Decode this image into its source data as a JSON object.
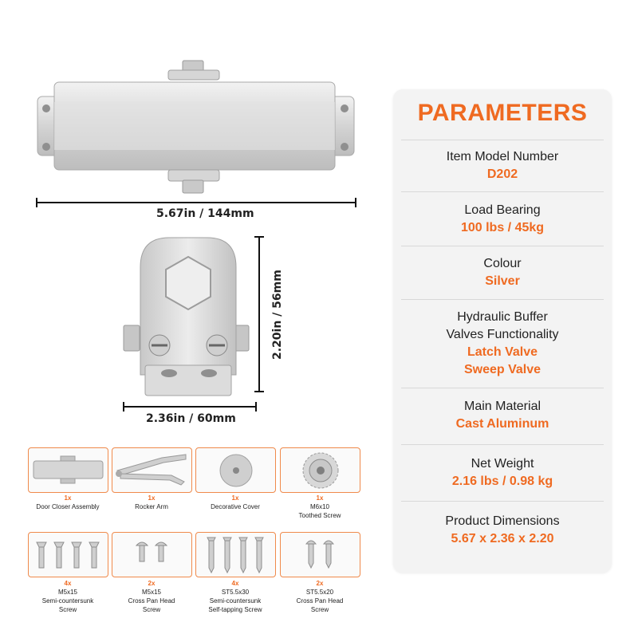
{
  "dimensions": {
    "length": "5.67in / 144mm",
    "height": "2.20in / 56mm",
    "width": "2.36in / 60mm"
  },
  "parameters": {
    "title": "PARAMETERS",
    "items": [
      {
        "label": "Item Model Number",
        "values": [
          "D202"
        ]
      },
      {
        "label": "Load Bearing",
        "values": [
          "100 lbs / 45kg"
        ]
      },
      {
        "label": "Colour",
        "values": [
          "Silver"
        ]
      },
      {
        "label": "Hydraulic Buffer Valves Functionality",
        "label_lines": [
          "Hydraulic Buffer",
          "Valves Functionality"
        ],
        "values": [
          "Latch Valve",
          "Sweep Valve"
        ]
      },
      {
        "label": "Main Material",
        "values": [
          "Cast Aluminum"
        ]
      },
      {
        "label": "Net Weight",
        "values": [
          "2.16 lbs / 0.98 kg"
        ]
      },
      {
        "label": "Product Dimensions",
        "values": [
          "5.67 x 2.36 x 2.20"
        ]
      }
    ]
  },
  "accessories": [
    {
      "qty": "1x",
      "name_lines": [
        "Door Closer Assembly"
      ],
      "icon": "door-closer-icon"
    },
    {
      "qty": "1x",
      "name_lines": [
        "Rocker Arm"
      ],
      "icon": "rocker-arm-icon"
    },
    {
      "qty": "1x",
      "name_lines": [
        "Decorative Cover"
      ],
      "icon": "decorative-cover-icon"
    },
    {
      "qty": "1x",
      "name_lines": [
        "M6x10",
        "Toothed Screw"
      ],
      "icon": "toothed-screw-icon"
    },
    {
      "qty": "4x",
      "name_lines": [
        "M5x15",
        "Semi-countersunk",
        "Screw"
      ],
      "icon": "countersunk-screw-icon"
    },
    {
      "qty": "2x",
      "name_lines": [
        "M5x15",
        "Cross Pan Head",
        "Screw"
      ],
      "icon": "pan-head-screw-icon"
    },
    {
      "qty": "4x",
      "name_lines": [
        "ST5.5x30",
        "Semi-countersunk",
        "Self-tapping Screw"
      ],
      "icon": "self-tapping-screw-icon"
    },
    {
      "qty": "2x",
      "name_lines": [
        "ST5.5x20",
        "Cross Pan Head",
        "Screw"
      ],
      "icon": "self-tapping-screw-icon"
    }
  ],
  "colors": {
    "accent": "#ef6a21",
    "panel": "#f3f3f3",
    "metal": "#d9d9d9"
  }
}
